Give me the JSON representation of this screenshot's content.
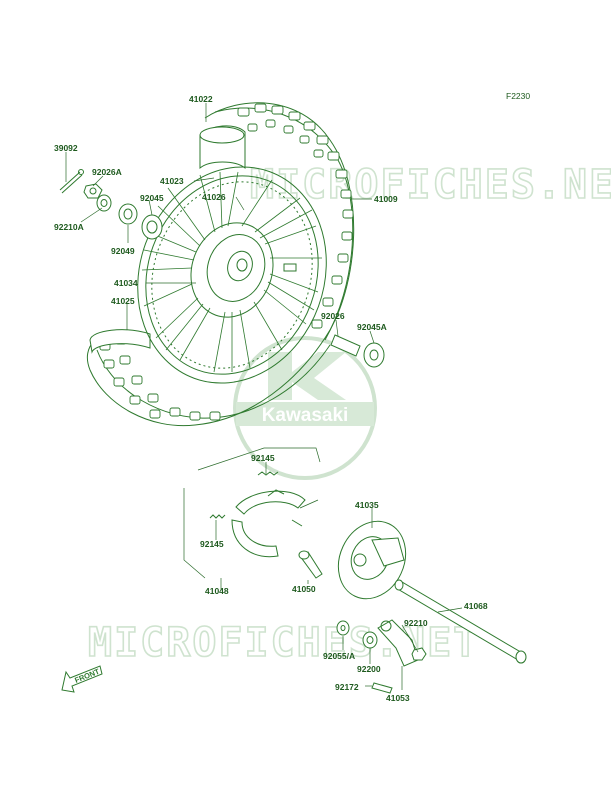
{
  "figure_code": "F2230",
  "watermark": {
    "site": "MICROFICHES.NET",
    "brand": "Kawasaki"
  },
  "front_arrow": "FRONT",
  "parts": {
    "p41022": "41022",
    "p39092": "39092",
    "p92026A": "92026A",
    "p41023": "41023",
    "p41026": "41026",
    "p92045": "92045",
    "p41009": "41009",
    "p92210A": "92210A",
    "p92049": "92049",
    "p41034": "41034",
    "p41025": "41025",
    "p92026": "92026",
    "p92045A": "92045A",
    "p92145a": "92145",
    "p92145b": "92145",
    "p41035": "41035",
    "p41048": "41048",
    "p41050": "41050",
    "p41068": "41068",
    "p92210": "92210",
    "p92055A": "92055/A",
    "p92200": "92200",
    "p92172": "92172",
    "p41053": "41053"
  }
}
